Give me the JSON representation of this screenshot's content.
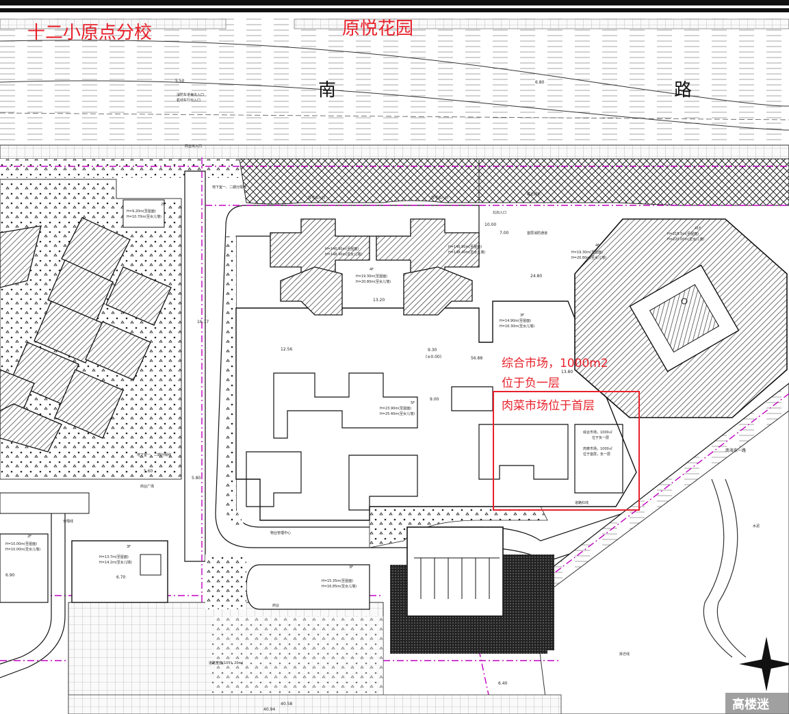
{
  "labels": {
    "school": "十二小原点分校",
    "garden": "原悦花园",
    "road_left": "南",
    "road_right": "路",
    "market_line1": "综合市场，1000m2",
    "market_line2": "位于负一层",
    "market_line3": "肉菜市场位于首层",
    "watermark": "高楼迷"
  },
  "annotations": {
    "fire_entry": "消防车道兼出入口",
    "motor_entry": "机动车行出入口",
    "fire_entry2": "首层消防通道",
    "commercial_entry": "商业出入口",
    "parking_sep1": "地下室一、二期分隔线",
    "parking_sep2": "地下室一、二期分隔线",
    "residential_entry": "住宅出入口",
    "residential_entry2": "住宅出入口",
    "commercial_square": "商业广场",
    "property_center": "物业管理中心",
    "commercial": "商业",
    "boundary": "分隔线",
    "red_line": "道路红线",
    "demolish": "拆迁线",
    "bldg_b_4f": "4F",
    "bldg_b_h1": "H=19.30m(至屋面)",
    "bldg_b_h2": "H=20.80m(至女儿墙)",
    "bldg_c_3f": "3F",
    "bldg_c_h1": "H=14.90m(至屋面)",
    "bldg_c_h2": "H=16.30m(至女儿墙)",
    "bldg_d_4f": "4F",
    "bldg_d_h1": "H=19.30m(至屋面)",
    "bldg_d_h2": "H=20.80m(至女儿墙)",
    "bldg_r_41f": "41F",
    "bldg_r_h1": "H=146.90m(至屋面)",
    "bldg_r_h2": "H=148.40m(至女儿墙)",
    "bldg_r2_h1": "H=146.90m(至屋面)",
    "bldg_r2_h2": "H=148.40m(至女儿墙)",
    "bldg_s_5f": "5F",
    "bldg_s_h1": "H=23.90m(至屋面)",
    "bldg_s_h2": "H=25.40m(至女儿墙)",
    "bldg_tr_41f": "41F",
    "bldg_tr_h1": "H=218.5m(至屋面)",
    "bldg_tr_h2": "H=220.00m(至女儿墙)",
    "bldg_w_2f": "2F",
    "bldg_w_h1": "H=9.20m(至屋面)",
    "bldg_w_h2": "H=10.70m(至女儿墙)",
    "bldg_m_3f": "3F",
    "bldg_m_h1": "H=13.7m(至屋面)",
    "bldg_m_h2": "H=14.2m(至女儿墙)",
    "bldg_m2_3f": "3F",
    "bldg_m2_h1": "H=15.35m(至屋面)",
    "bldg_m2_h2": "H=16.85m(至女儿墙)",
    "bldg_l_2f": "2F",
    "bldg_l_h1": "H=10.00m(至屋面)",
    "bldg_l_h2": "H=10.00m(至女儿墙)",
    "market_note1": "综合市场，1000㎡",
    "market_note2": "位于负一层",
    "market_note3": "肉菜市场，1000㎡",
    "market_note4": "位于首层，负一层",
    "level_930": "9.30",
    "level_000": "(±0.00)",
    "elev_550": "5.50",
    "elev_560": "5.60",
    "elev_580": "5.80",
    "elev_640": "6.40",
    "elev_680": "6.80",
    "elev_670": "6.70",
    "elev_690": "6.90",
    "dim_1320": "13.20",
    "dim_900": "9.00",
    "dim_2480": "24.80",
    "dim_1677": "16.77",
    "dim_1256": "12.56",
    "dim_5688": "56.88",
    "dim_1380": "13.80",
    "dim_700": "7.00",
    "dim_1000": "10.00",
    "dim_4058": "40.58",
    "dim_4094": "40.94",
    "road_width": "道路宽度(105°, 20m)",
    "east_road": "南海东一路",
    "water": "水泥",
    "hatch_note": "覆土绿化",
    "north_ent": "北出入口"
  },
  "colors": {
    "red": "#e8202a",
    "magenta": "#c000c0",
    "ink": "#111111"
  }
}
